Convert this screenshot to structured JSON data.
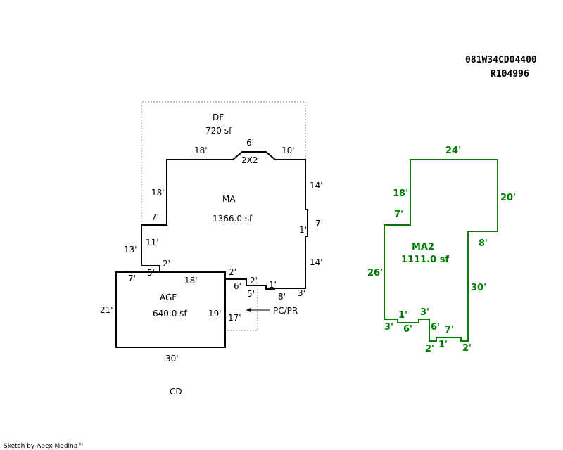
{
  "header": {
    "parcel_id": "081W34CD04400",
    "account": "R104996"
  },
  "colors": {
    "line": "#000000",
    "secondary": "#008000",
    "dashed": "#808080"
  },
  "main": {
    "df": {
      "code": "DF",
      "area": "720 sf"
    },
    "ma": {
      "code": "MA",
      "area": "1366.0 sf",
      "chimney": "2X2"
    },
    "agf": {
      "code": "AGF",
      "area": "640.0 sf"
    },
    "porch": "PC/PR",
    "cd": "CD",
    "dims": {
      "top_left": "18'",
      "top_mid": "6'",
      "top_right": "10'",
      "left_upper": "18'",
      "step_left": "7'",
      "left_mid": "11'",
      "left_outer": "13'",
      "right_upper": "14'",
      "bump_in": "1'",
      "bump_out": "7'",
      "right_lower": "14'",
      "ma_small_1": "5'",
      "ma_small_2": "2'",
      "agf_top": "18'",
      "agf_top_right": "2'",
      "agf_left_top": "7'",
      "agf_left": "21'",
      "agf_bottom": "30'",
      "agf_right": "19'",
      "ma_b1": "6'",
      "ma_b2": "2'",
      "ma_b3": "5'",
      "ma_b4": "1'",
      "ma_b5": "8'",
      "ma_b6": "3'",
      "porch_side": "17'"
    }
  },
  "secondary": {
    "code": "MA2",
    "area": "1111.0 sf",
    "dims": {
      "top": "24'",
      "left_upper": "18'",
      "step": "7'",
      "right_upper": "20'",
      "right_step": "8'",
      "right_lower": "30'",
      "left_lower": "26'",
      "b1": "3'",
      "b2": "1'",
      "b3": "6'",
      "b4": "3'",
      "b5": "6'",
      "b6": "2'",
      "b7": "1'",
      "b8": "7'",
      "b9": "2'"
    }
  },
  "footer": {
    "credit": "Sketch by Apex Medina™"
  }
}
